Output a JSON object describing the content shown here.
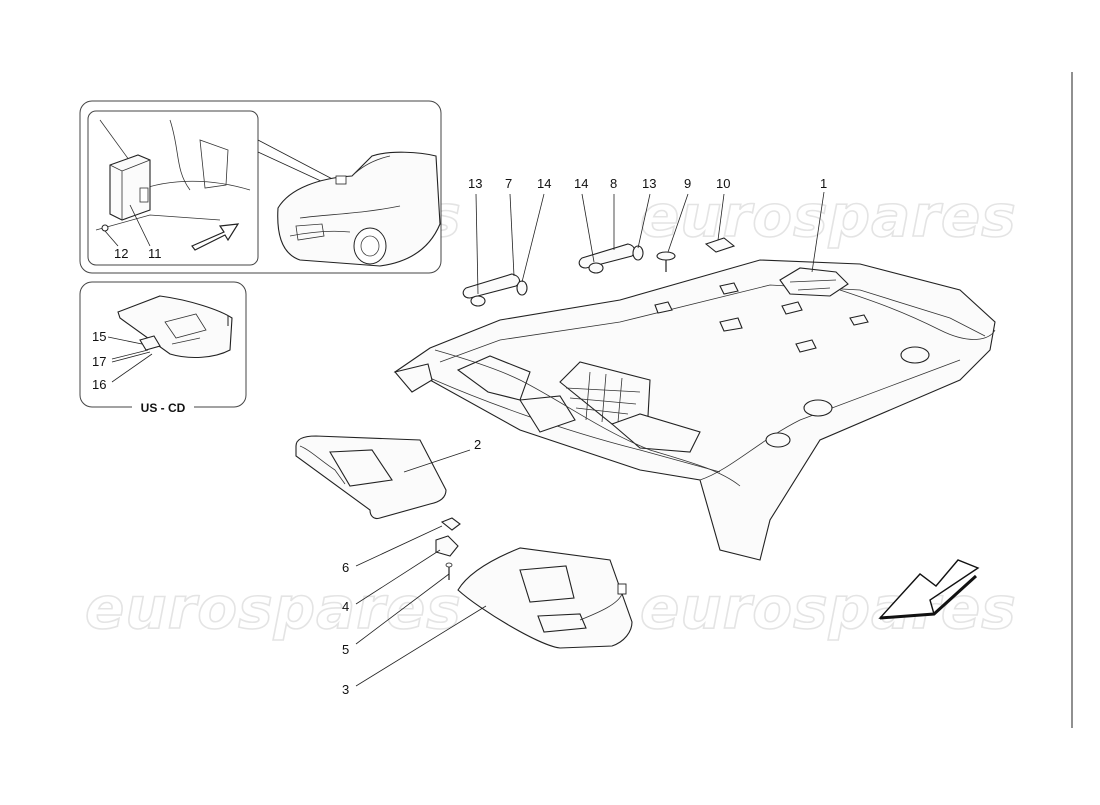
{
  "diagram": {
    "watermark": "eurospares",
    "inset_caption": "US - CD",
    "callouts": {
      "n1": "1",
      "n2": "2",
      "n3": "3",
      "n4": "4",
      "n5": "5",
      "n6": "6",
      "n7": "7",
      "n8": "8",
      "n9": "9",
      "n10": "10",
      "n11": "11",
      "n12": "12",
      "n13a": "13",
      "n13b": "13",
      "n14a": "14",
      "n14b": "14",
      "n15": "15",
      "n16": "16",
      "n17": "17"
    }
  }
}
